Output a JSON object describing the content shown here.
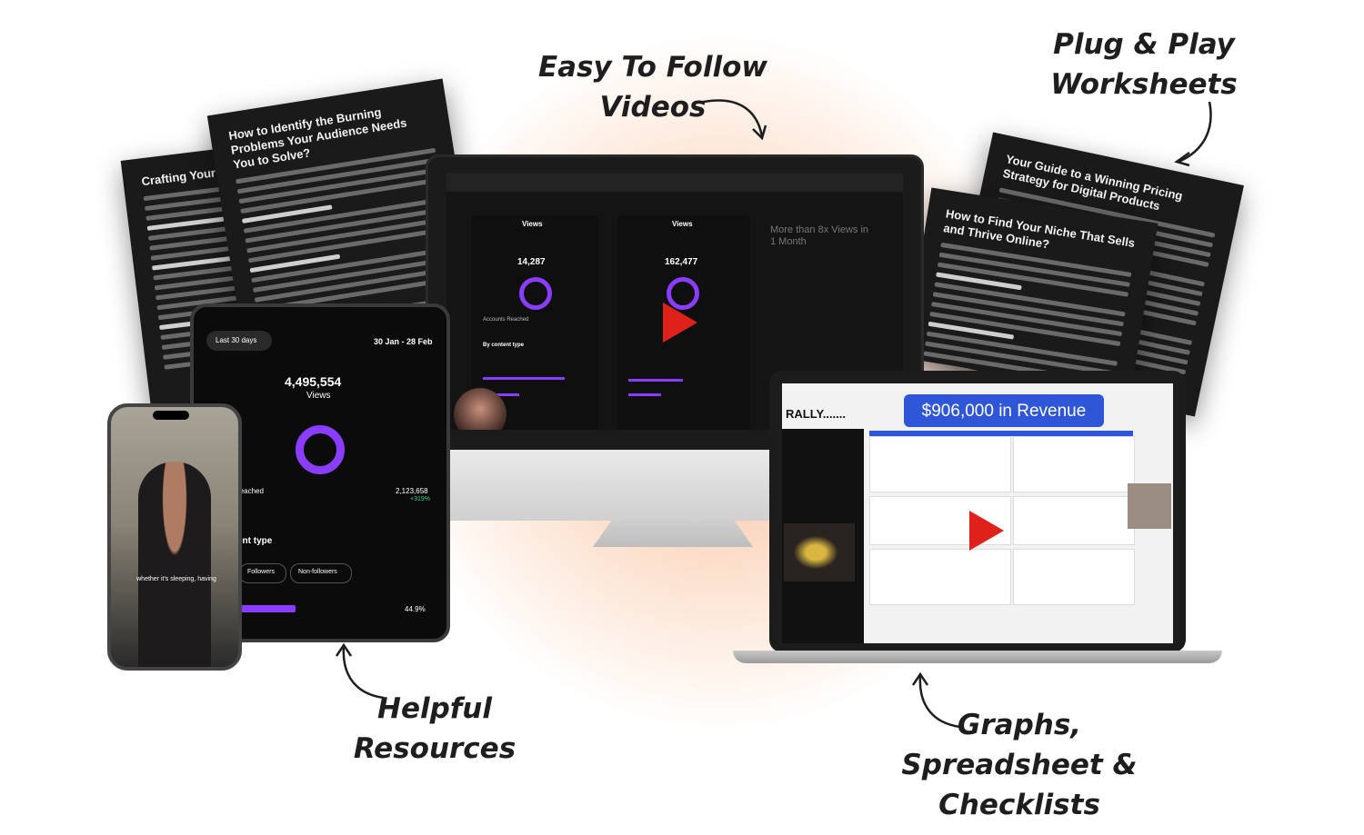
{
  "captions": {
    "videos": "Easy To Follow\nVideos",
    "worksheets": "Plug & Play\nWorksheets",
    "resources": "Helpful\nResources",
    "graphs": "Graphs,\nSpreadsheet &\nChecklists"
  },
  "docs": {
    "left_back_title": "Crafting Your Digital P",
    "left_front_title": "How to Identify the Burning Problems Your Audience Needs You to Solve?",
    "right_back_title": "Your Guide to a Winning Pricing Strategy for Digital Products",
    "right_front_title": "How to Find Your Niche That Sells and Thrive Online?"
  },
  "monitor": {
    "panel_title_1": "Views",
    "panel_title_2": "Views",
    "value_1": "14,287",
    "value_2": "162,477",
    "side_text": "More than 8x Views in 1 Month",
    "section": "By content type",
    "accounts": "Accounts Reached",
    "play_icon": "play-icon"
  },
  "tablet": {
    "range": "Last 30 days",
    "dates": "30 Jan - 28 Feb",
    "value": "4,495,554",
    "label": "Views",
    "reached_label": "reached",
    "reached_value": "2,123,658",
    "reached_delta": "+319%",
    "section": "ent type",
    "chip_1": "Followers",
    "chip_2": "Non-followers",
    "percent": "44.9%"
  },
  "phone": {
    "subtitle": "whether it's sleeping, having"
  },
  "laptop": {
    "revenue_badge": "$906,000 in Revenue",
    "side_label": "RALLY.......",
    "play_icon": "play-icon"
  },
  "colors": {
    "accent_purple": "#8b3dff",
    "play_red": "#e0201b",
    "badge_blue": "#2f56d6"
  }
}
